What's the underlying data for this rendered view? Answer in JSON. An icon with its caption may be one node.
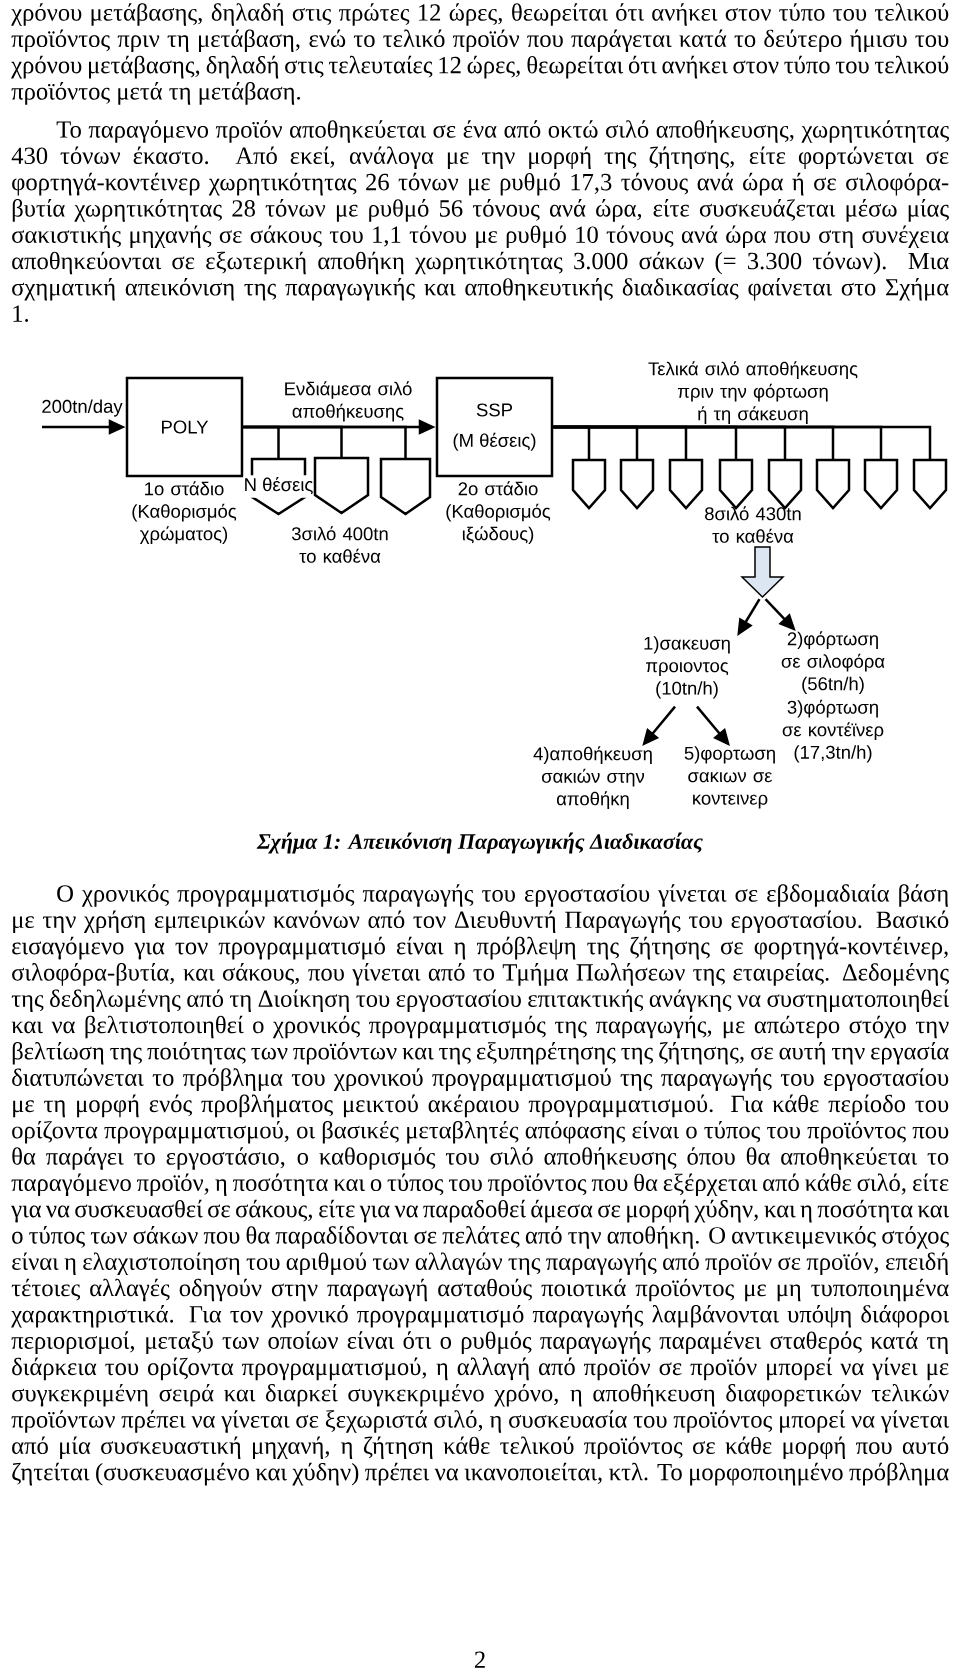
{
  "diagram": {
    "caption": "Σχήμα 1: Απεικόνιση Παραγωγικής Διαδικασίας",
    "nodes": [
      {
        "text": [
          "POLY"
        ],
        "beside": [
          "1ο στάδιο (Καθορισμός χρώματος)"
        ]
      },
      {
        "text": [
          "Ν θέσεις"
        ]
      },
      {
        "text": [],
        "shape": "silo"
      },
      {
        "text": [],
        "shape": "silo"
      },
      {
        "text": [
          "SSP",
          "(Μ θέσεις)"
        ],
        "beside": [
          "2ο στάδιο (Καθορισμός ιξώδους)"
        ]
      },
      {
        "text": [],
        "shape": "silo"
      },
      {
        "text": [],
        "shape": "silo"
      },
      {
        "text": [],
        "shape": "silo"
      },
      {
        "text": [],
        "shape": "silo"
      },
      {
        "text": [],
        "shape": "silo"
      },
      {
        "text": [],
        "shape": "silo"
      },
      {
        "text": [],
        "shape": "silo"
      },
      {
        "text": [],
        "shape": "silo"
      },
      {
        "text": [
          "1)σακευση προιοντος (10tn/h)"
        ]
      },
      {
        "text": [
          "2)φόρτωση σε σιλοφόρα (56tn/h)",
          "3)φόρτωση σε κοντέϊνερ (17,3tn/h)"
        ]
      },
      {
        "text": [
          "4)αποθήκευση σακιών στην αποθήκη"
        ]
      },
      {
        "text": [
          "5)φορτωση σακιων σε κοντεινερ"
        ]
      },
      {
        "text": [],
        "shape": "arrow"
      }
    ],
    "edges": [
      {
        "from": null,
        "to": 0,
        "arrow": "to",
        "label": "200tn/day"
      },
      {
        "from": 0,
        "to": 4,
        "arrow": "to"
      },
      {
        "from": 0,
        "to": 1,
        "arrow": "none"
      },
      {
        "from": 0,
        "to": 2,
        "arrow": "none"
      },
      {
        "from": 0,
        "to": 3,
        "arrow": "none"
      },
      {
        "from": 4,
        "to": 5,
        "arrow": "none"
      },
      {
        "from": 4,
        "to": 6,
        "arrow": "none"
      },
      {
        "from": 4,
        "to": 7,
        "arrow": "none"
      },
      {
        "from": 4,
        "to": 8,
        "arrow": "none"
      },
      {
        "from": 4,
        "to": 9,
        "arrow": "none"
      },
      {
        "from": 4,
        "to": 10,
        "arrow": "none"
      },
      {
        "from": 4,
        "to": 11,
        "arrow": "none"
      },
      {
        "from": 4,
        "to": 12,
        "arrow": "none"
      },
      {
        "from": 17,
        "to": 13,
        "arrow": "to"
      },
      {
        "from": 17,
        "to": 14,
        "arrow": "to"
      },
      {
        "from": 13,
        "to": 15,
        "arrow": "to"
      },
      {
        "from": 13,
        "to": 16,
        "arrow": "to"
      }
    ],
    "labels": [
      "χρόνου μετάβασης, δηλαδή στις πρώτες 12 ώρες, θεωρείται ότι ανήκει στον τύπο του τελικού προϊόντος πριν τη μετάβαση, ενώ το τελικό προϊόν που παράγεται κατά το δεύτερο ήμισυ του χρόνου μετάβασης, δηλαδή στις τελευταίες 12 ώρες, θεωρείται ότι ανήκει στον τύπο του τελικού προϊόντος μετά τη μετάβαση.",
      "Το παραγόμενο προϊόν αποθηκεύεται σε ένα από οκτώ σιλό αποθήκευσης, χωρητικότητας 430 τόνων έκαστο. Από εκεί, ανάλογα με την μορφή της ζήτησης, είτε φορτώνεται σε φορτηγά-κοντέινερ χωρητικότητας 26 τόνων με ρυθμό 17,3 τόνους ανά ώρα ή σε σιλοφόρα-βυτία χωρητικότητας 28 τόνων με ρυθμό 56 τόνους ανά ώρα, είτε συσκευάζεται μέσω μίας σακιστικής μηχανής σε σάκους του 1,1 τόνου με ρυθμό 10 τόνους ανά ώρα που στη συνέχεια αποθηκεύονται σε εξωτερική αποθήκη χωρητικότητας 3.000 σάκων (= 3.300 τόνων). Μια σχηματική απεικόνιση της παραγωγικής και αποθηκευτικής διαδικασίας φαίνεται στο Σχήμα 1.",
      "Ενδιάμεσα σιλό αποθήκευσης",
      "Τελικά σιλό αποθήκευσης πριν την φόρτωση ή τη σάκευση",
      "3σιλό 400tn το καθένα",
      "8σιλό 430tn το καθένα",
      "Ο χρονικός προγραμματισμός παραγωγής του εργοστασίου γίνεται σε εβδομαδιαία βάση με την χρήση εμπειρικών κανόνων από τον Διευθυντή Παραγωγής του εργοστασίου. Βασικό εισαγόμενο για τον προγραμματισμό είναι η πρόβλεψη της ζήτησης σε φορτηγά-κοντέινερ, σιλοφόρα-βυτία, και σάκους, που γίνεται από το Τμήμα Πωλήσεων της εταιρείας. Δεδομένης της δεδηλωμένης από τη Διοίκηση του εργοστασίου επιτακτικής ανάγκης να συστηματοποιηθεί και να βελτιστοποιηθεί ο χρονικός προγραμματισμός της παραγωγής, με απώτερο στόχο την βελτίωση της ποιότητας των προϊόντων και της εξυπηρέτησης της ζήτησης, σε αυτή την εργασία διατυπώνεται το πρόβλημα του χρονικού προγραμματισμού της παραγωγής του εργοστασίου με τη μορφή ενός προβλήματος μεικτού ακέραιου προγραμματισμού. Για κάθε περίοδο του ορίζοντα προγραμματισμού, οι βασικές μεταβλητές απόφασης είναι ο τύπος του προϊόντος που θα παράγει το εργοστάσιο, ο καθορισμός του σιλό αποθήκευσης όπου θα αποθηκεύεται το παραγόμενο προϊόν, η ποσότητα και ο τύπος του προϊόντος που θα εξέρχεται από κάθε σιλό, είτε για να συσκευασθεί σε σάκους, είτε για να παραδοθεί άμεσα σε μορφή χύδην, και η ποσότητα και ο τύπος των σάκων που θα παραδίδονται σε πελάτες από την αποθήκη. Ο αντικειμενικός στόχος είναι η ελαχιστοποίηση του αριθμού των αλλαγών της παραγωγής από προϊόν σε προϊόν, επειδή τέτοιες αλλαγές οδηγούν στην παραγωγή ασταθούς ποιοτικά προϊόντος με μη τυποποιημένα χαρακτηριστικά. Για τον χρονικό προγραμματισμό παραγωγής λαμβάνονται υπόψη διάφοροι περιορισμοί, μεταξύ των οποίων είναι ότι ο ρυθμός παραγωγής παραμένει σταθερός κατά τη διάρκεια του ορίζοντα προγραμματισμού, η αλλαγή από προϊόν σε προϊόν μπορεί να γίνει με συγκεκριμένη σειρά και διαρκεί συγκεκριμένο χρόνο, η αποθήκευση διαφορετικών τελικών προϊόντων πρέπει να γίνεται σε ξεχωριστά σιλό, η συσκευασία του προϊόντος μπορεί να γίνεται από μία συσκευαστική μηχανή, η ζήτηση κάθε τελικού προϊόντος σε κάθε μορφή που αυτό ζητείται (συσκευασμένο και χύδην) πρέπει να ικανοποιείται, κτλ. Το μορφοποιημένο πρόβλημα",
      "2"
    ]
  }
}
